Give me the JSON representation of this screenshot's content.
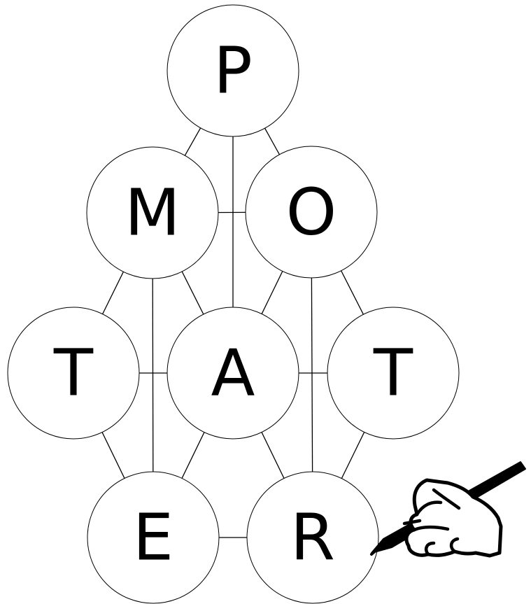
{
  "puzzle": {
    "nodes": [
      {
        "id": "p",
        "letter": "P"
      },
      {
        "id": "m",
        "letter": "M"
      },
      {
        "id": "o",
        "letter": "O"
      },
      {
        "id": "t1",
        "letter": "T"
      },
      {
        "id": "a",
        "letter": "A"
      },
      {
        "id": "t2",
        "letter": "T"
      },
      {
        "id": "e",
        "letter": "E"
      },
      {
        "id": "r",
        "letter": "R"
      }
    ],
    "edges": [
      [
        "p",
        "m"
      ],
      [
        "p",
        "o"
      ],
      [
        "p",
        "a"
      ],
      [
        "m",
        "o"
      ],
      [
        "m",
        "t1"
      ],
      [
        "m",
        "a"
      ],
      [
        "m",
        "e"
      ],
      [
        "o",
        "a"
      ],
      [
        "o",
        "t2"
      ],
      [
        "o",
        "r"
      ],
      [
        "t1",
        "a"
      ],
      [
        "t1",
        "e"
      ],
      [
        "a",
        "t2"
      ],
      [
        "a",
        "e"
      ],
      [
        "a",
        "r"
      ],
      [
        "t2",
        "r"
      ],
      [
        "e",
        "r"
      ]
    ],
    "hand_icon": "hand-writing-with-pen-icon"
  }
}
